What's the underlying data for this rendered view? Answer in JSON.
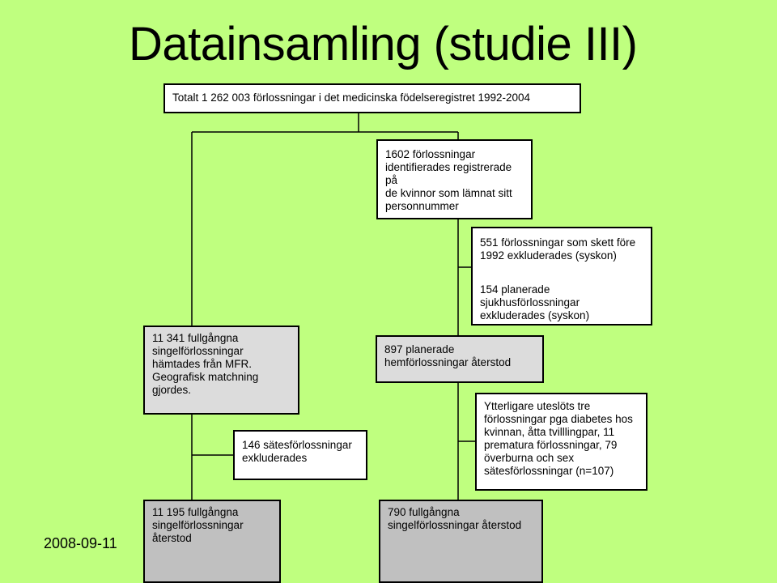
{
  "slide": {
    "title": "Datainsamling (studie III)",
    "date": "2008-09-11"
  },
  "nodes": {
    "total": "Totalt 1 262 003 förlossningar i det medicinska födelseregistret 1992-2004",
    "identified": "1602 förlossningar\nidentifierades registrerade på\nde kvinnor som lämnat sitt\npersonnummer",
    "excluded_1992": "551 förlossningar som skett före\n1992 exkluderades (syskon)",
    "excluded_hospital": "154 planerade sjukhusförlossningar\nexkluderades (syskon)",
    "singletons_mfr": "11 341 fullgångna\nsingelförlossningar\nhämtades från MFR.\nGeografisk matchning\ngjordes.",
    "planned_home": "897 planerade\nhemförlossningar återstod",
    "breech_excluded": "146 sätesförlossningar\nexkluderades",
    "further_excluded": "Ytterligare uteslöts tre\nförlossningar pga diabetes hos\nkvinnan, åtta tvilllingpar, 11\nprematura förlossningar, 79\növerburna och sex\nsätesförlossningar  (n=107)",
    "remaining_hospital": "11 195 fullgångna\nsingelförlossningar\nåterstod",
    "remaining_home": "790 fullgångna\nsingelförlossningar återstod"
  }
}
